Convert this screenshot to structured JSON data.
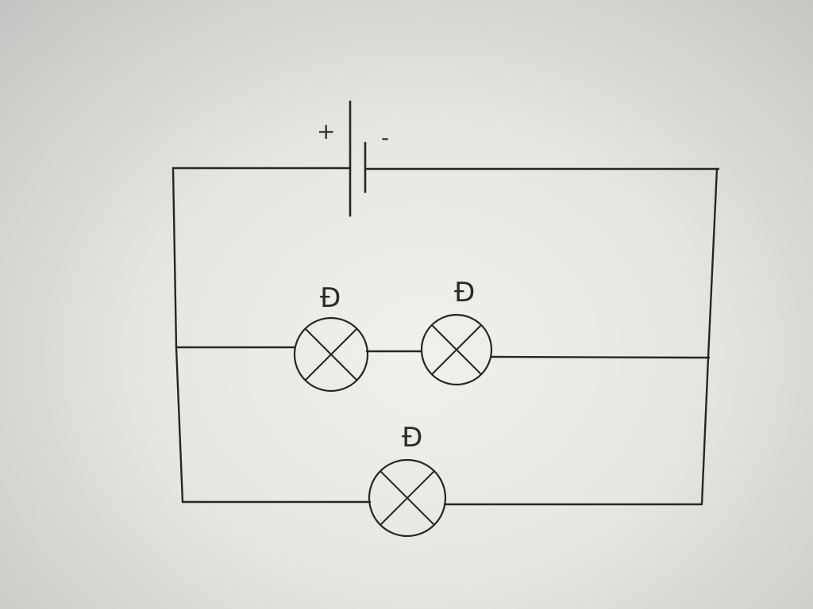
{
  "battery": {
    "positive_sign": "+",
    "negative_sign": "-"
  },
  "lamps": [
    {
      "label": "Đ"
    },
    {
      "label": "Đ"
    },
    {
      "label": "Đ"
    }
  ]
}
